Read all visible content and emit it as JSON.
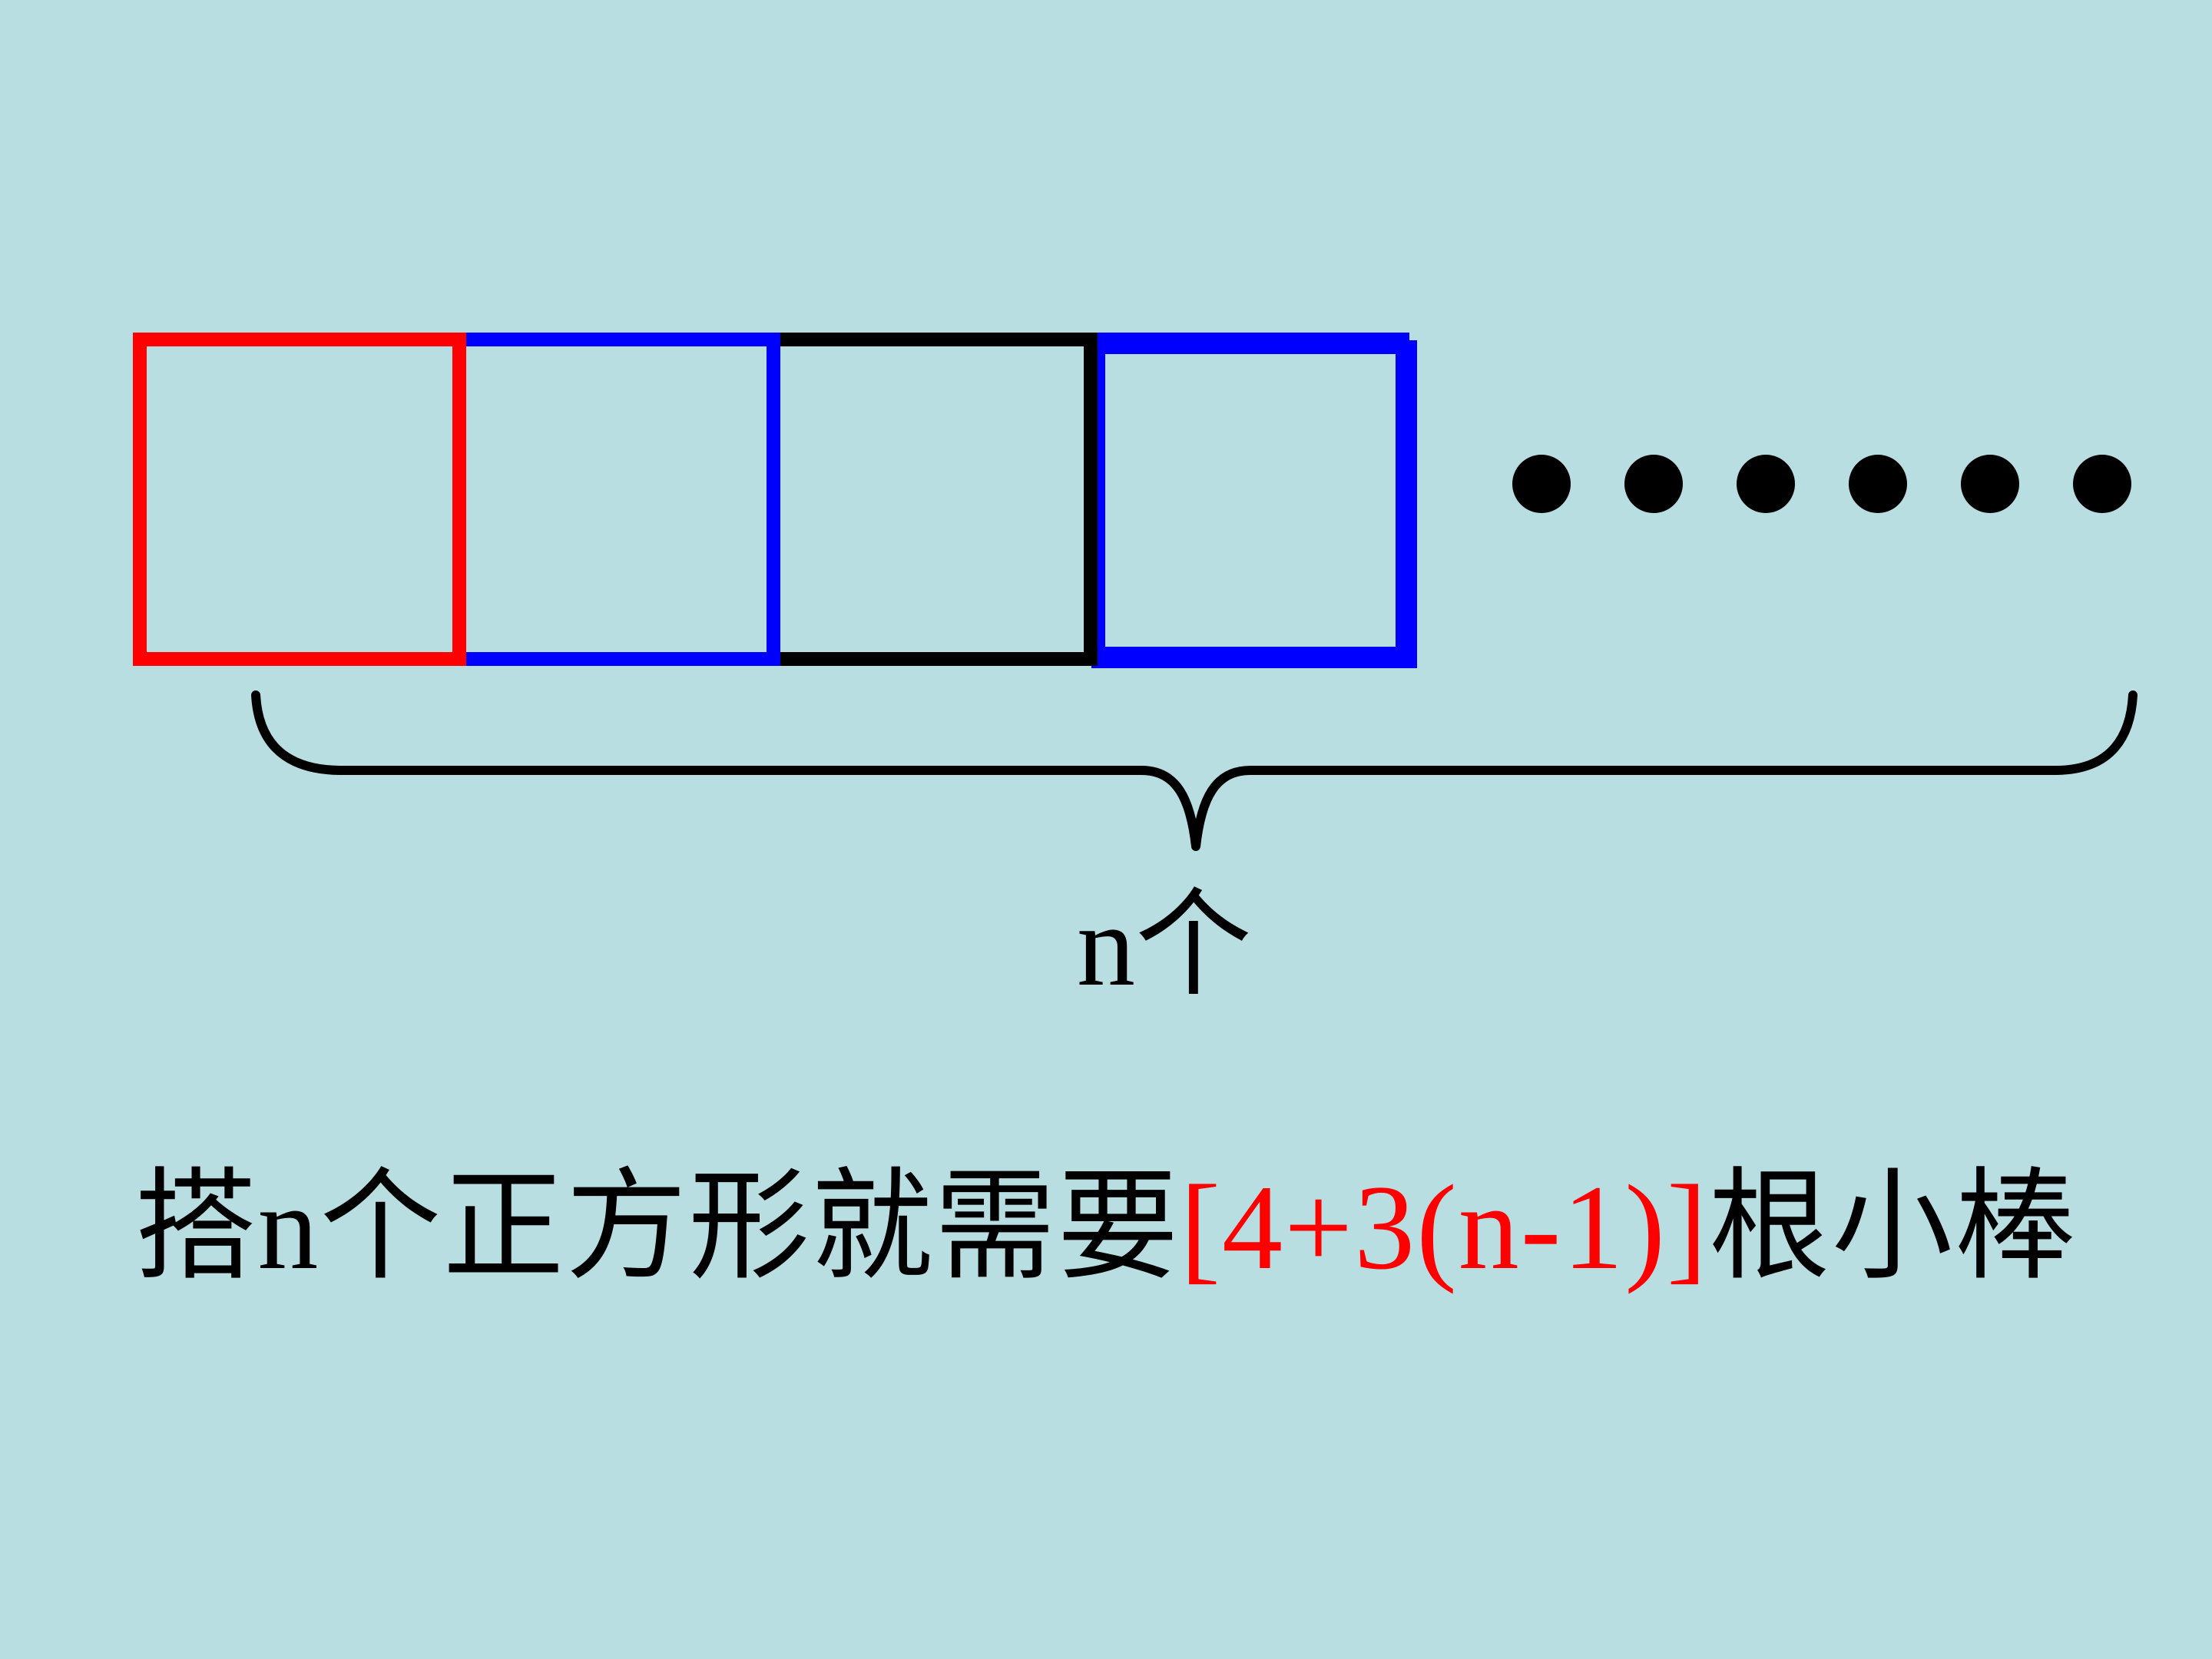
{
  "slide": {
    "background_color": "#b9dee2",
    "figure": {
      "squares": [
        {
          "name": "square-1",
          "color": "#ff0000"
        },
        {
          "name": "square-2",
          "color": "#0000ff"
        },
        {
          "name": "square-3",
          "color": "#000000"
        },
        {
          "name": "square-4",
          "color": "#0000ff",
          "double_edge": true
        }
      ],
      "ellipsis": {
        "count": 6,
        "color": "#000000"
      },
      "brace": {
        "color": "#000000",
        "label": "n个"
      }
    },
    "caption": {
      "prefix": "搭n个正方形就需要",
      "formula": "[4+3(n-1)]",
      "suffix": "根小棒",
      "text_color": "#000000",
      "formula_color": "#ff0000"
    }
  }
}
